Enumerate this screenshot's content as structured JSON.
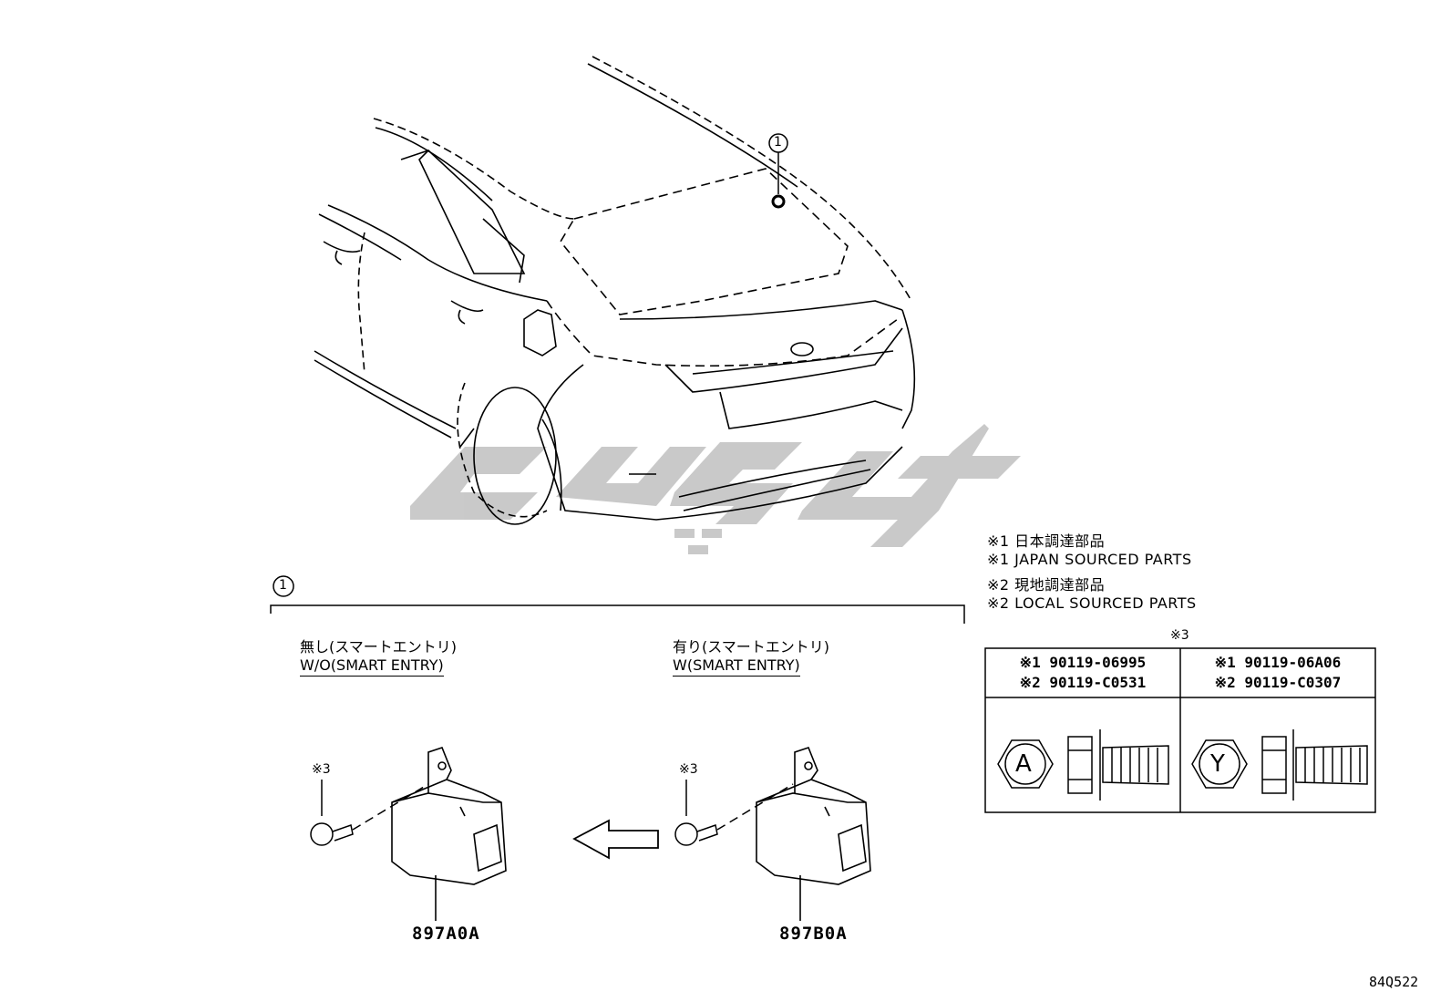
{
  "callout": {
    "number": "1"
  },
  "section": {
    "callout_number": "1"
  },
  "variants": [
    {
      "label_jp": "無し(スマートエントリ)",
      "label_en": "W/O(SMART ENTRY)",
      "bolt_note": "※3",
      "part_no": "897A0A"
    },
    {
      "label_jp": "有り(スマートエントリ)",
      "label_en": "W(SMART ENTRY)",
      "bolt_note": "※3",
      "part_no": "897B0A"
    }
  ],
  "legend": [
    "※1 日本調達部品",
    "※1 JAPAN SOURCED PARTS",
    "※2 現地調達部品",
    "※2 LOCAL SOURCED PARTS"
  ],
  "bolt_table": {
    "title": "※3",
    "columns": [
      {
        "line1": "※1 90119-06995",
        "line2": "※2 90119-C0531",
        "head_mark": "A"
      },
      {
        "line1": "※1 90119-06A06",
        "line2": "※2 90119-C0307",
        "head_mark": "Y"
      }
    ]
  },
  "diagram_code": "84Q522",
  "colors": {
    "line": "#000000",
    "watermark": "#c4c4c4"
  }
}
